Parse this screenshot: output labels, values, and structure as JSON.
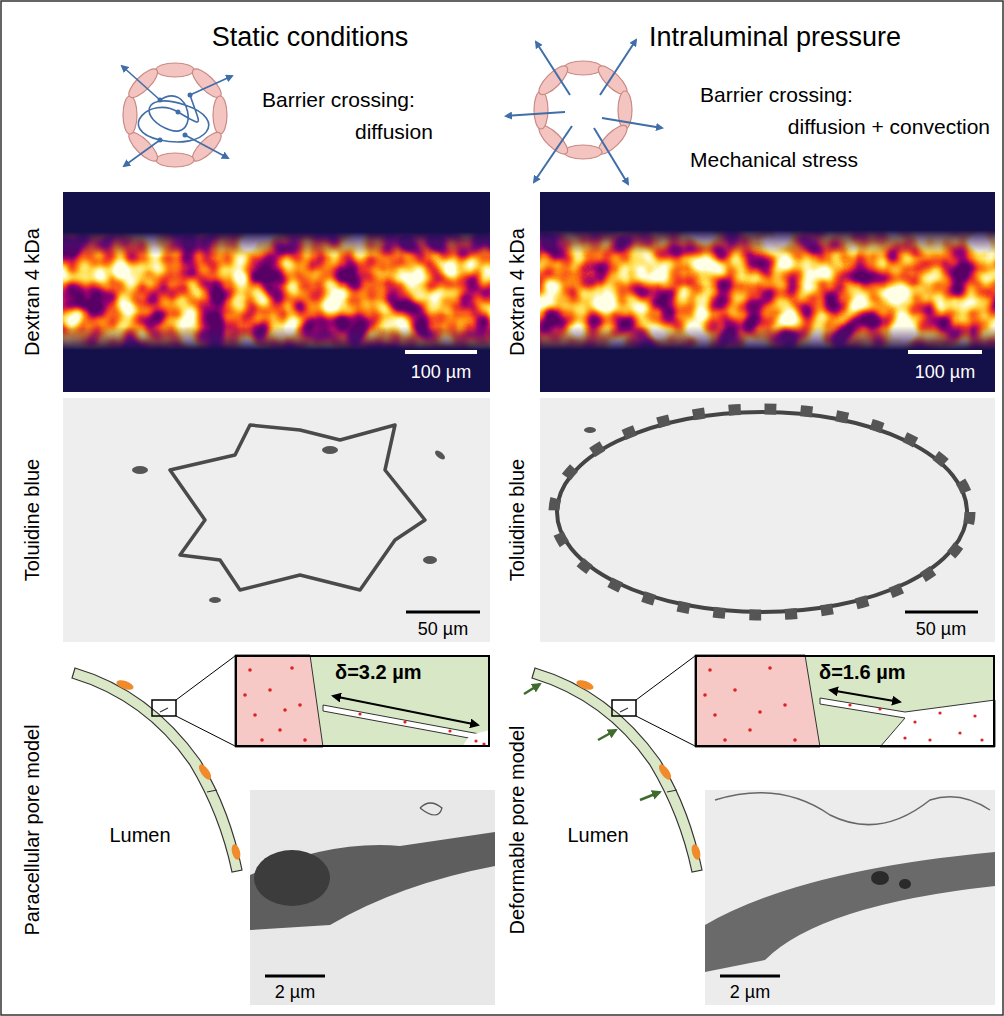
{
  "diagram": {
    "nodes": [
      {
        "text": [
          "δ=3.2 µm"
        ]
      },
      {
        "text": [
          "δ=1.6 µm"
        ]
      }
    ],
    "labels": [
      "Static conditions",
      "Intraluminal pressure",
      "Barrier crossing:",
      "diffusion",
      "Barrier crossing:",
      "diffusion + convection",
      "Mechanical stress",
      "Dextran 4 kDa",
      "100 µm",
      "Dextran 4 kDa",
      "100 µm",
      "Toluidine blue",
      "50 µm",
      "Toluidine blue",
      "50 µm",
      "Paracellular pore model",
      "Lumen",
      "2 µm",
      "Deformable pore model",
      "Lumen",
      "2 µm"
    ]
  }
}
